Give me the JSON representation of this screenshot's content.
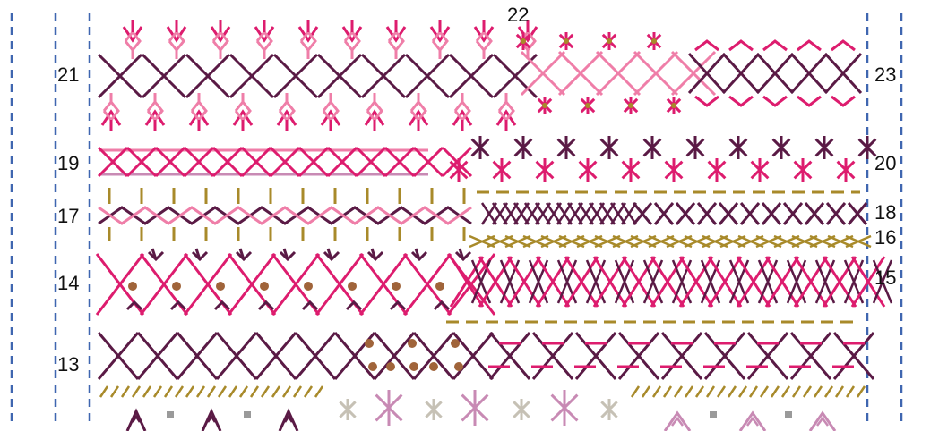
{
  "labels": {
    "r13": "13",
    "r14": "14",
    "r15": "15",
    "r16": "16",
    "r17": "17",
    "r18": "18",
    "r19": "19",
    "r20": "20",
    "r21": "21",
    "r22": "22",
    "r23": "23"
  },
  "colors": {
    "plum": "#5a1a45",
    "magenta": "#dd1c6e",
    "pink": "#ef7ea8",
    "olive": "#a88a2a",
    "brown": "#a0643a",
    "mauve": "#c88ab4",
    "grey": "#c6c1b5",
    "guide": "#3f66b0"
  }
}
